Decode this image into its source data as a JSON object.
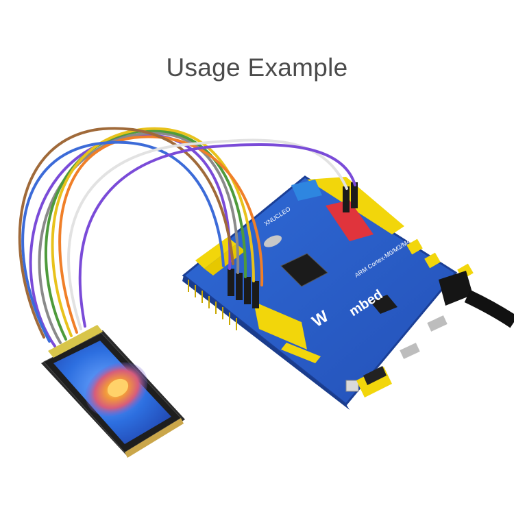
{
  "heading": {
    "text": "Usage Example"
  },
  "board": {
    "logo_text": "mbed",
    "model_text": "ARM Cortex-M0/M3/M4",
    "vendor_text": "XNUCLEO",
    "brand_text": "W",
    "colors": {
      "pcb": "#2f63c8",
      "header": "#f2d60b",
      "red_header": "#e0343c",
      "blue_header": "#2e86e0"
    }
  },
  "display": {
    "colors": {
      "bezel": "#1e1e1e",
      "screen_bg": "#3a5fd0",
      "flower": "#f08a3c"
    }
  },
  "wires": {
    "colors": [
      "#7a4bd8",
      "#8a8a8a",
      "#ffffff",
      "#4e9b3c",
      "#e8c21c",
      "#f07f28",
      "#3c6bd8",
      "#a06a3a",
      "#d43a3a",
      "#6b6b6b"
    ]
  }
}
